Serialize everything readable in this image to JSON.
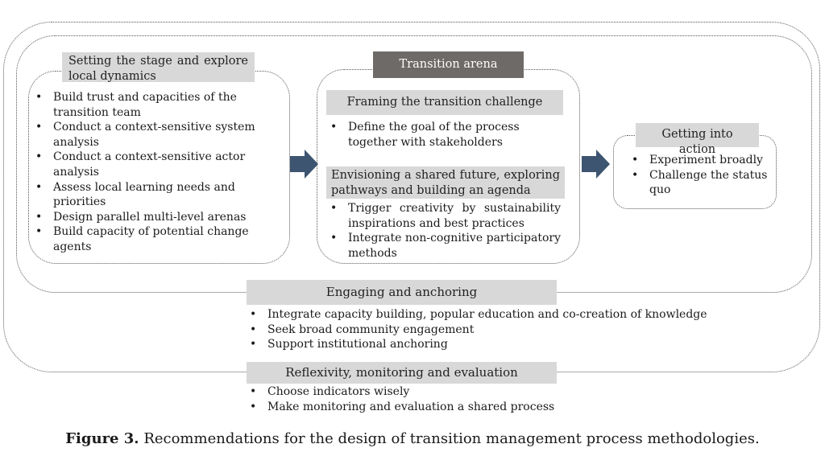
{
  "stage": {
    "title": "Setting the stage and explore local dynamics",
    "items": [
      "Build trust and capacities of the transition team",
      "Conduct a context-sensitive system analysis",
      "Conduct a context-sensitive actor analysis",
      "Assess local learning needs and priorities",
      "Design parallel multi-level arenas",
      "Build capacity of potential change agents"
    ]
  },
  "arena": {
    "title": "Transition arena",
    "framing": {
      "title": "Framing the transition challenge",
      "items": [
        "Define the goal of the process together with stakeholders"
      ]
    },
    "envisioning": {
      "title": "Envisioning a shared future, exploring pathways and building an agenda",
      "items": [
        "Trigger creativity by sustainability inspirations and best practices",
        "Integrate non-cognitive participatory methods"
      ]
    }
  },
  "action": {
    "title": "Getting into action",
    "items": [
      "Experiment broadly",
      "Challenge the status quo"
    ]
  },
  "engaging": {
    "title": "Engaging and anchoring",
    "items": [
      "Integrate capacity building, popular education and co-creation of knowledge",
      "Seek broad community engagement",
      "Support institutional anchoring"
    ]
  },
  "reflexivity": {
    "title": "Reflexivity, monitoring and evaluation",
    "items": [
      "Choose indicators wisely",
      "Make monitoring and evaluation a shared process"
    ]
  },
  "caption": {
    "label": "Figure 3.",
    "text": "Recommendations for the design of transition management process methodologies."
  },
  "colors": {
    "header_fill": "#d8d8d8",
    "dark_header_fill": "#6e6a67",
    "arrow_fill": "#3d5570"
  }
}
